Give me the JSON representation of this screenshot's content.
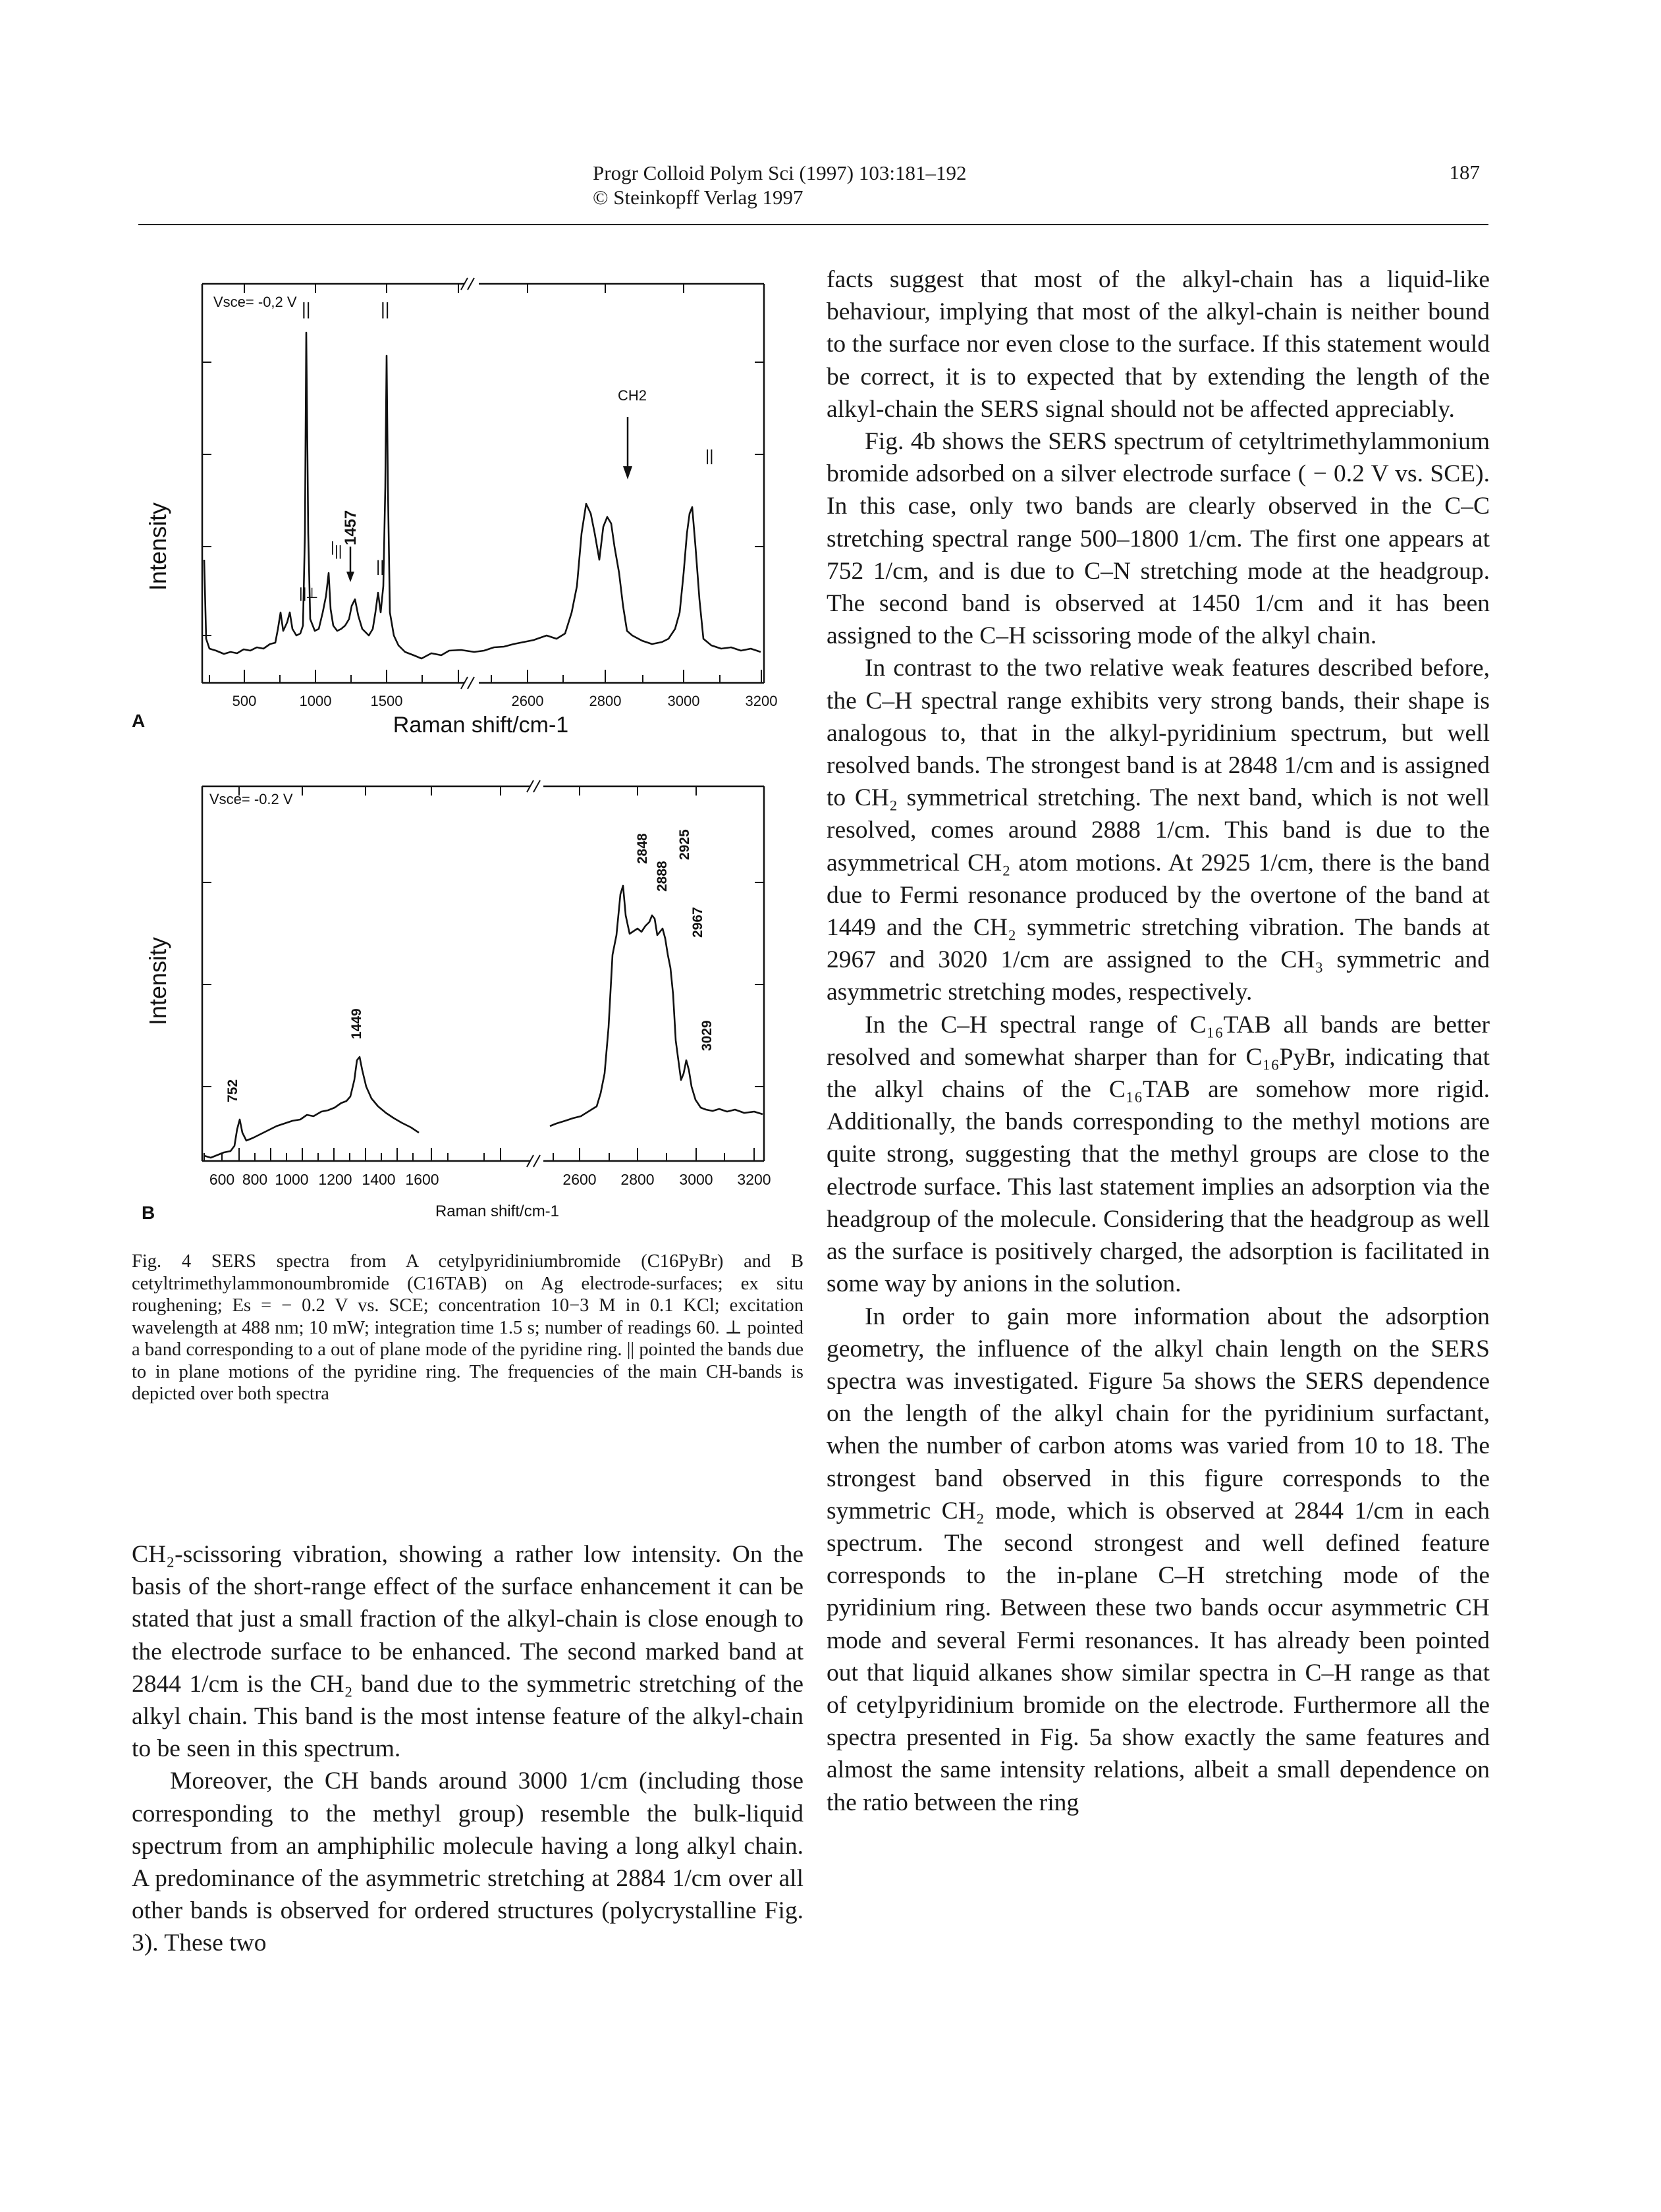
{
  "header": {
    "citation_line1": "Progr Colloid Polym Sci (1997) 103:181–192",
    "citation_line2": "© Steinkopff Verlag 1997",
    "page_number": "187"
  },
  "figure": {
    "panel_a": {
      "letter": "A",
      "ylabel": "Intensity",
      "xlabel": "Raman shift/cm-1",
      "annotations": [
        "Vsce= -0,2 V",
        "CH2",
        "1457"
      ],
      "ticks_low": [
        "500",
        "1000",
        "1500"
      ],
      "ticks_high": [
        "2600",
        "2800",
        "3000",
        "3200"
      ]
    },
    "panel_b": {
      "letter": "B",
      "ylabel": "Intensity",
      "xlabel": "Raman shift/cm-1",
      "annotations": [
        "Vsce= -0.2 V"
      ],
      "peak_labels": [
        "752",
        "1449",
        "2848",
        "2888",
        "2925",
        "2967",
        "3029"
      ],
      "ticks_low": [
        "600",
        "800",
        "1000",
        "1200",
        "1400",
        "1600"
      ],
      "ticks_high": [
        "2600",
        "2800",
        "3000",
        "3200"
      ]
    },
    "caption": {
      "label": "Fig. 4",
      "text": "SERS spectra from A cetylpyridiniumbromide (C16PyBr) and B cetyltrimethylammonoumbromide (C16TAB) on Ag electrode-surfaces; ex situ roughening; Es = − 0.2 V vs. SCE; concentration 10−3 M in 0.1 KCl; excitation wavelength at 488 nm; 10 mW; integration time 1.5 s; number of readings 60. ⊥ pointed a band corresponding to a out of plane mode of the pyridine ring. || pointed the bands due to in plane motions of the pyridine ring. The frequencies of the main CH-bands is depicted over both spectra"
    }
  },
  "left_column": [
    "CH₂-scissoring vibration, showing a rather low intensity. On the basis of the short-range effect of the surface enhancement it can be stated that just a small fraction of the alkyl-chain is close enough to the electrode surface to be enhanced. The second marked band at 2844 1/cm is the CH₂ band due to the symmetric stretching of the alkyl chain. This band is the most intense feature of the alkyl-chain to be seen in this spectrum.",
    "Moreover, the CH bands around 3000 1/cm (including those corresponding to the methyl group) resemble the bulk-liquid spectrum from an amphiphilic molecule having a long alkyl chain. A predominance of the asymmetric stretching at 2884 1/cm over all other bands is observed for ordered structures (polycrystalline Fig. 3). These two"
  ],
  "right_column": [
    "facts suggest that most of the alkyl-chain has a liquid-like behaviour, implying that most of the alkyl-chain is neither bound to the surface nor even close to the surface. If this statement would be correct, it is to expected that by extending the length of the alkyl-chain the SERS signal should not be affected appreciably.",
    "Fig. 4b shows the SERS spectrum of cetyltrimethylammonium bromide adsorbed on a silver electrode surface ( − 0.2 V vs. SCE). In this case, only two bands are clearly observed in the C–C stretching spectral range 500–1800 1/cm. The first one appears at 752 1/cm, and is due to C–N stretching mode at the headgroup. The second band is observed at 1450 1/cm and it has been assigned to the C–H scissoring mode of the alkyl chain.",
    "In contrast to the two relative weak features described before, the C–H spectral range exhibits very strong bands, their shape is analogous to, that in the alkyl-pyridinium spectrum, but well resolved bands. The strongest band is at 2848 1/cm and is assigned to CH₂ symmetrical stretching. The next band, which is not well resolved, comes around 2888 1/cm. This band is due to the asymmetrical CH₂ atom motions. At 2925 1/cm, there is the band due to Fermi resonance produced by the overtone of the band at 1449 and the CH₂ symmetric stretching vibration. The bands at 2967 and 3020 1/cm are assigned to the CH₃ symmetric and asymmetric stretching modes, respectively.",
    "In the C–H spectral range of C₁₆TAB all bands are better resolved and somewhat sharper than for C₁₆PyBr, indicating that the alkyl chains of the C₁₆TAB are somehow more rigid. Additionally, the bands corresponding to the methyl motions are quite strong, suggesting that the methyl groups are close to the electrode surface. This last statement implies an adsorption via the headgroup of the molecule. Considering that the headgroup as well as the surface is positively charged, the adsorption is facilitated in some way by anions in the solution.",
    "In order to gain more information about the adsorption geometry, the influence of the alkyl chain length on the SERS spectra was investigated. Figure 5a shows the SERS dependence on the length of the alkyl chain for the pyridinium surfactant, when the number of carbon atoms was varied from 10 to 18. The strongest band observed in this figure corresponds to the symmetric CH₂ mode, which is observed at 2844 1/cm in each spectrum. The second strongest and well defined feature corresponds to the in-plane C–H stretching mode of the pyridinium ring. Between these two bands occur asymmetric CH mode and several Fermi resonances. It has already been pointed out that liquid alkanes show similar spectra in C–H range as that of cetylpyridinium bromide on the electrode. Furthermore all the spectra presented in Fig. 5a show exactly the same features and almost the same intensity relations, albeit a small dependence on the ratio between the ring"
  ]
}
